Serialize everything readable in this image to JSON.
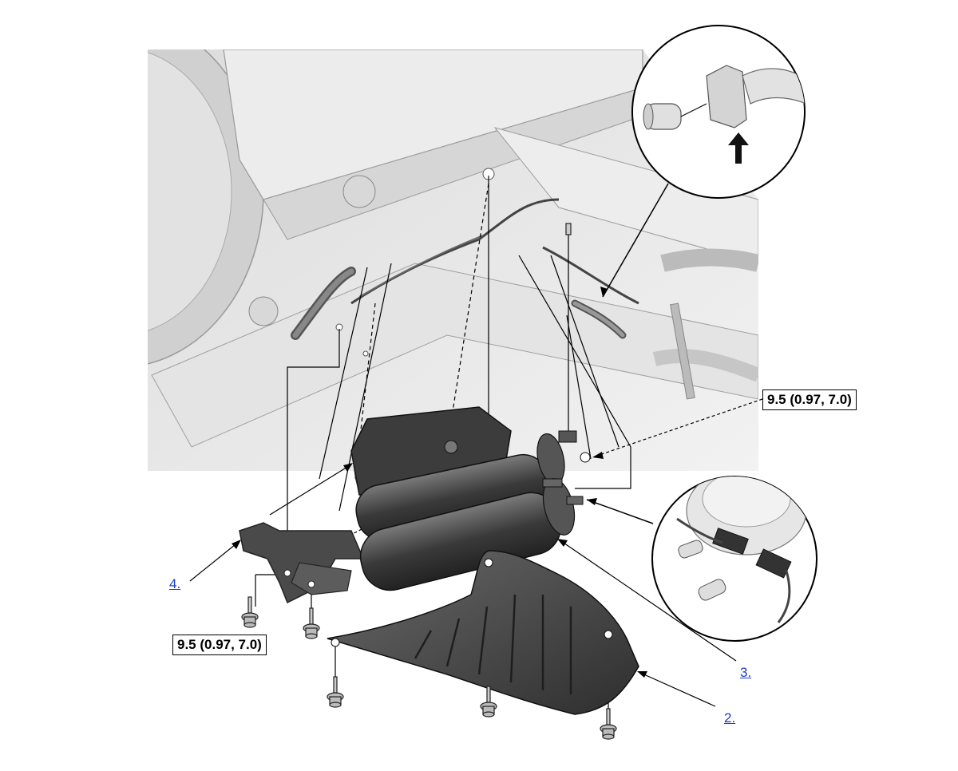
{
  "torque_specs": {
    "upper": "9.5 (0.97, 7.0)",
    "lower": "9.5 (0.97, 7.0)"
  },
  "callouts": {
    "item_2": "2.",
    "item_3": "3.",
    "item_4": "4."
  },
  "colors": {
    "link": "#1a3cc8",
    "part_dark": "#3a3a3a",
    "background_gray": "#e6e6e6"
  }
}
